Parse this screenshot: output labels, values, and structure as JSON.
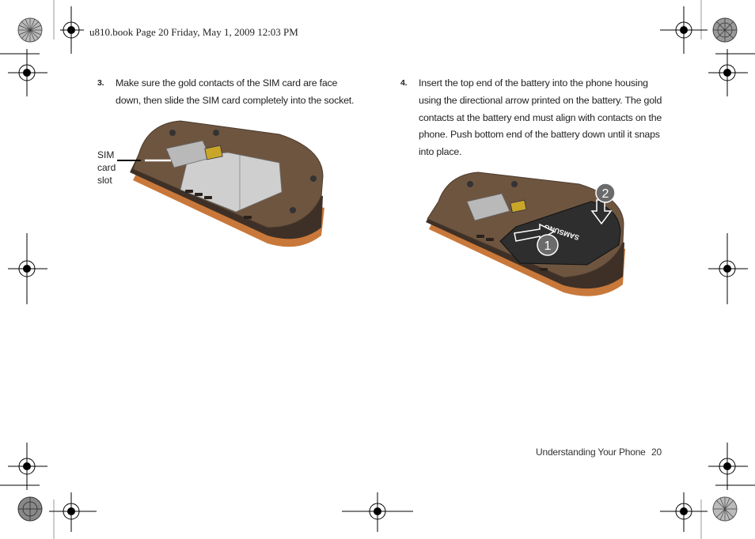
{
  "header": {
    "slug": "u810.book  Page 20  Friday, May 1, 2009  12:03 PM"
  },
  "steps": [
    {
      "number": "3.",
      "lines": [
        "Make sure the gold contacts of the SIM card are face",
        "down, then slide the SIM card completely into the socket."
      ]
    },
    {
      "number": "4.",
      "lines": [
        "Insert the top end of the battery into the phone housing",
        "using the directional arrow printed on the battery. The gold",
        "contacts at the battery end must align with contacts on the",
        "phone. Push bottom end of the battery down until it snaps",
        "into place."
      ]
    }
  ],
  "figures": {
    "sim": {
      "callout_lines": [
        "SIM",
        "card",
        "slot"
      ]
    },
    "battery": {
      "badge_1": "1",
      "badge_2": "2",
      "brand": "SAMSUNG"
    }
  },
  "footer": {
    "section": "Understanding Your Phone",
    "page": "20"
  },
  "colors": {
    "phone_body": "#6e5540",
    "phone_dark": "#4a3a2c",
    "edge_orange": "#c8783a",
    "badge": "#6b6b6b"
  }
}
